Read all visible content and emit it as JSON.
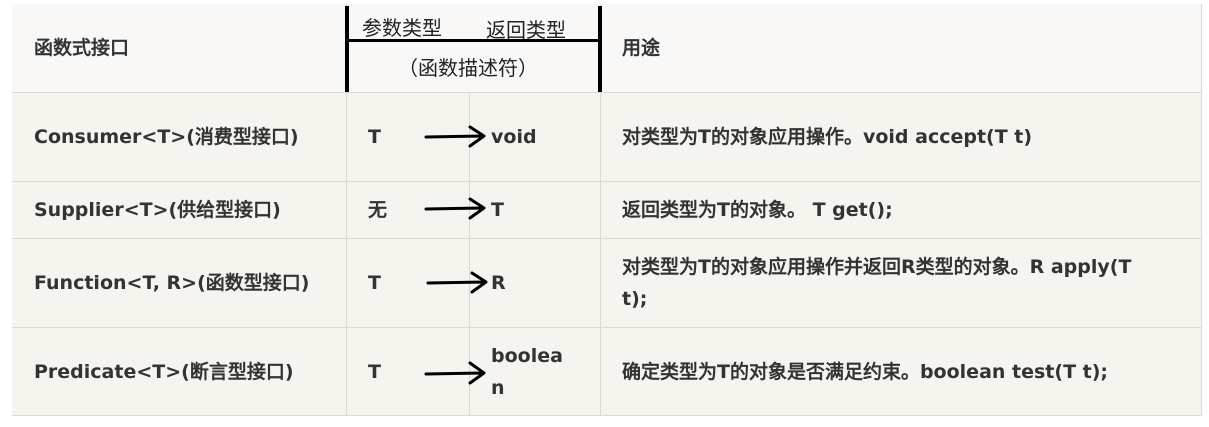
{
  "headers": {
    "interface": "函数式接口",
    "param_type": "参数类型",
    "return_type": "返回类型",
    "descriptor": "（函数描述符）",
    "usage": "用途"
  },
  "rows": [
    {
      "interface": "Consumer<T>(消费型接口)",
      "param": "T",
      "ret": "void",
      "usage": "对类型为T的对象应用操作。void accept(T t)"
    },
    {
      "interface": "Supplier<T>(供给型接口)",
      "param": "无",
      "ret": "T",
      "usage": "返回类型为T的对象。 T get();"
    },
    {
      "interface": "Function<T, R>(函数型接口)",
      "param": "T",
      "ret": "R",
      "usage": "对类型为T的对象应用操作并返回R类型的对象。R apply(T t);"
    },
    {
      "interface": "Predicate<T>(断言型接口)",
      "param": "T",
      "ret": "boolean",
      "usage": "确定类型为T的对象是否满足约束。boolean test(T t);"
    }
  ]
}
